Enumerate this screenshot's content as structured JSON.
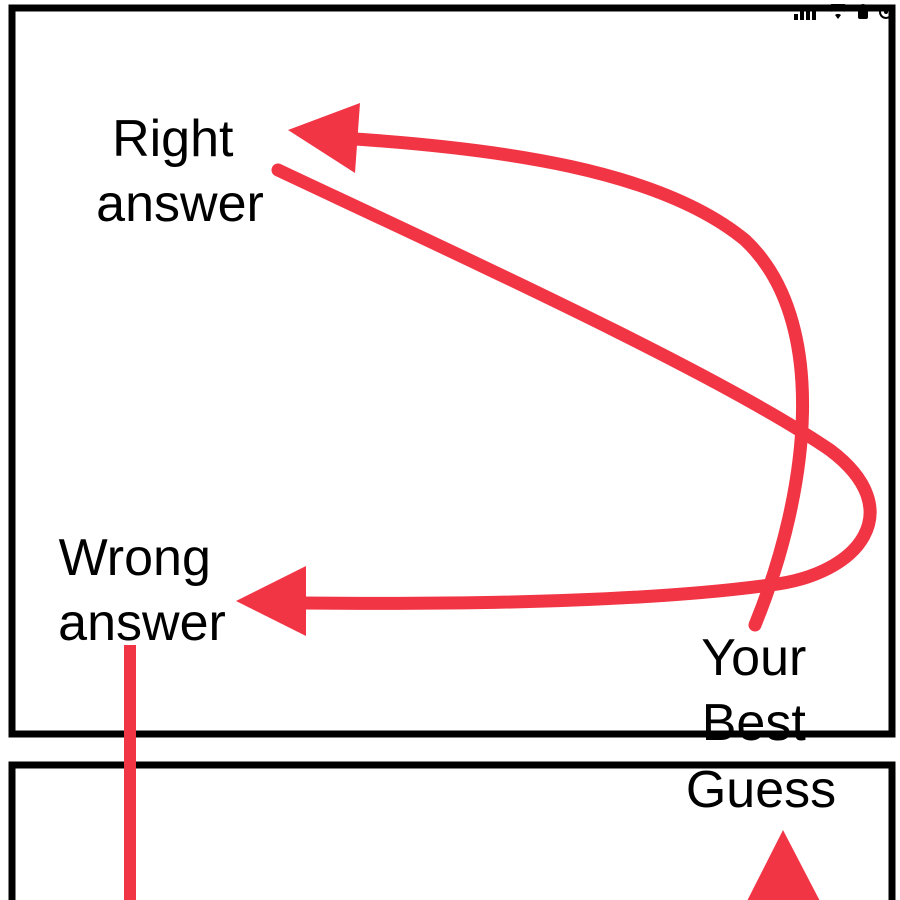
{
  "labels": {
    "right_answer": [
      "Right",
      "answer"
    ],
    "wrong_answer": [
      "Wrong",
      "answer"
    ],
    "your_best_guess": [
      "Your",
      "Best",
      "Guess"
    ]
  },
  "colors": {
    "arrow": "#f23545",
    "frame": "#000000",
    "background": "#ffffff"
  },
  "status_icons": [
    "signal-icon",
    "wifi-icon",
    "lock-rotation-icon",
    "location-icon"
  ]
}
